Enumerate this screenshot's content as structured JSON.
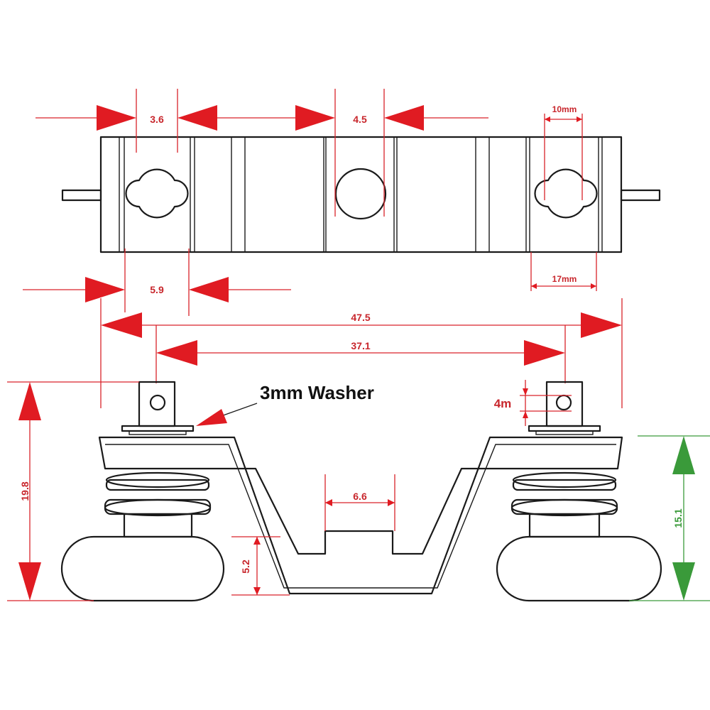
{
  "labels": {
    "d_3_6": "3.6",
    "d_4_5": "4.5",
    "d_10mm": "10mm",
    "d_5_9": "5.9",
    "d_17mm": "17mm",
    "d_47_5": "47.5",
    "d_37_1": "37.1",
    "washer": "3mm Washer",
    "d_4m": "4m",
    "d_19_8": "19.8",
    "d_15_1": "15.1",
    "d_6_6": "6.6",
    "d_5_2": "5.2"
  },
  "colors": {
    "dimension": "#d9232a",
    "arrow": "#e01b22",
    "green": "#3a9a3a",
    "ink": "#1a1a1a"
  }
}
